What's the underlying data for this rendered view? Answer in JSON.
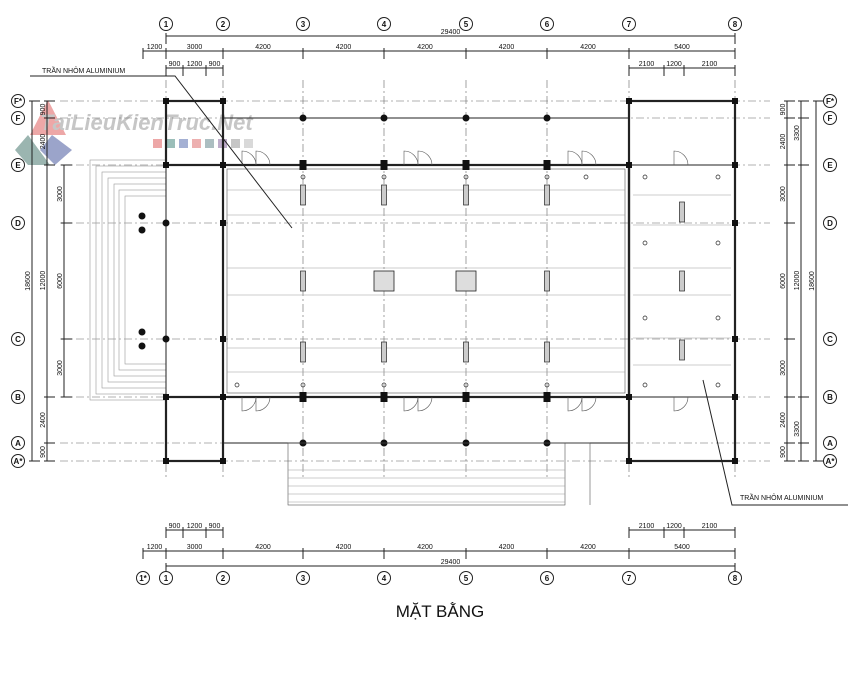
{
  "drawing": {
    "title": "MẶT BẰNG",
    "ceiling_note_top": "TRẦN NHÔM ALUMINIUM",
    "ceiling_note_bottom": "TRẦN NHÔM ALUMINIUM",
    "watermark_logo": "TaiLieuKienTruc.Net"
  },
  "grid": {
    "columns": [
      "1",
      "2",
      "3",
      "4",
      "5",
      "6",
      "7",
      "8"
    ],
    "extra_column": "1*",
    "rows": [
      "F*",
      "F",
      "E",
      "D",
      "C",
      "B",
      "A",
      "A*"
    ]
  },
  "dims_horizontal": {
    "total": "29400",
    "main": [
      "1200",
      "3000",
      "4200",
      "4200",
      "4200",
      "4200",
      "4200",
      "5400"
    ],
    "sub_left": [
      "900",
      "1200",
      "900"
    ],
    "sub_right": [
      "2100",
      "1200",
      "2100"
    ]
  },
  "dims_left": {
    "total": "18600",
    "middle": "12000",
    "bays": [
      "3000",
      "6000",
      "3000"
    ],
    "top": [
      "900",
      "2400"
    ],
    "bottom": [
      "2400",
      "900"
    ]
  },
  "dims_right": {
    "total": "18600",
    "middle": "12000",
    "bays": [
      "3000",
      "6000",
      "3000"
    ],
    "top": [
      "900",
      "2400"
    ],
    "top_sum": "3300",
    "bottom": [
      "2400",
      "900"
    ],
    "bottom_sum": "3300"
  }
}
